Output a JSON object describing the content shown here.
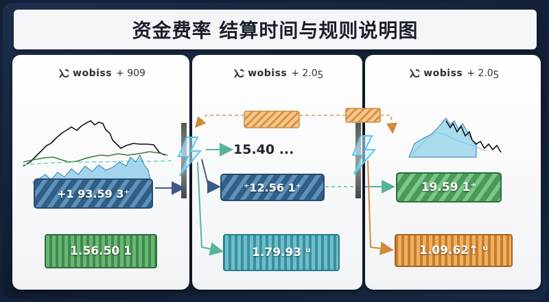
{
  "title": "资金费率 结算时间与规则说明图",
  "panels": [
    {
      "brand": "ᴡobiss",
      "change": "+ 909"
    },
    {
      "brand": "ᴡobiss",
      "change": "+ 2.0ƽ"
    },
    {
      "brand": "ᴡobiss",
      "change": "+ 2.0ƽ"
    }
  ],
  "values": {
    "p1_main": "+1 93.59 3⁺",
    "p1_bottom": "1.56.50 1",
    "p2_top": "15.40 ...",
    "p2_main": "⁺12.56 1⁺",
    "p2_bottom": "1.79.93 ᵘ",
    "p3_main": "19.59 1⁺",
    "p3_bottom": "1.09.62↑ ᵘ"
  },
  "colors": {
    "green": "#4a9a5a",
    "blue": "#2f6b94",
    "teal": "#3f9aa6",
    "orange": "#d08a3a",
    "navy": "#2b4a6e"
  },
  "icons": [
    "logo-icon",
    "lightning-icon",
    "arrow-icon"
  ]
}
